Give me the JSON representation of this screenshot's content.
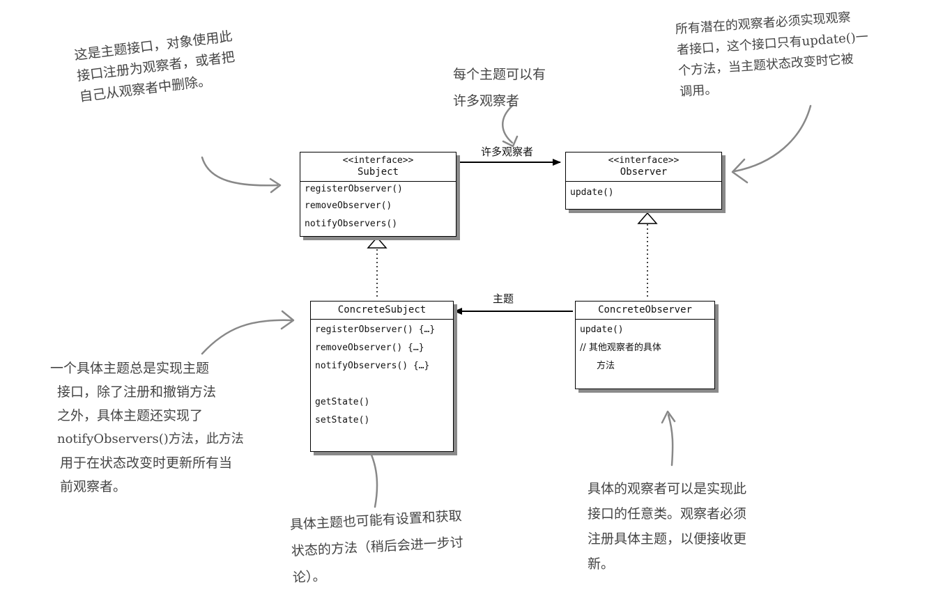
{
  "subject": {
    "stereotype": "<<interface>>",
    "name": "Subject",
    "operations": [
      "registerObserver()",
      "removeObserver()",
      "notifyObservers()"
    ]
  },
  "observer": {
    "stereotype": "<<interface>>",
    "name": "Observer",
    "operations": [
      "update()"
    ]
  },
  "concrete_subject": {
    "name": "ConcreteSubject",
    "operations": [
      "registerObserver() {…}",
      "removeObserver() {…}",
      "notifyObservers() {…}",
      "getState()",
      "setState()"
    ]
  },
  "concrete_observer": {
    "name": "ConcreteObserver",
    "operations": [
      "update()",
      "// 其他观察者的具体",
      "方法"
    ]
  },
  "relations": {
    "observers_label": "许多观察者",
    "subject_label": "主题"
  },
  "notes": {
    "subject_note": [
      "这是主题接口，对象使用此",
      "接口注册为观察者，或者把",
      "自己从观察者中删除。"
    ],
    "many_observers_note": [
      "每个主题可以有",
      "许多观察者"
    ],
    "observer_note": [
      "所有潜在的观察者必须实现观察",
      "者接口，这个接口只有update()一",
      "个方法，当主题状态改变时它被",
      "调用。"
    ],
    "concrete_subject_note": [
      "一个具体主题总是实现主题",
      "接口，除了注册和撤销方法",
      "之外，具体主题还实现了",
      "notifyObservers()方法，此方法",
      "用于在状态改变时更新所有当",
      "前观察者。"
    ],
    "state_note": [
      "具体主题也可能有设置和获取",
      "状态的方法（稍后会进一步讨",
      "论）。"
    ],
    "concrete_observer_note": [
      "具体的观察者可以是实现此",
      "接口的任意类。观察者必须",
      "注册具体主题，以便接收更",
      "新。"
    ]
  },
  "colors": {
    "ink": "#111111",
    "annotation": "#444444",
    "arrow": "#888888",
    "shadow": "#8a8a8a"
  }
}
